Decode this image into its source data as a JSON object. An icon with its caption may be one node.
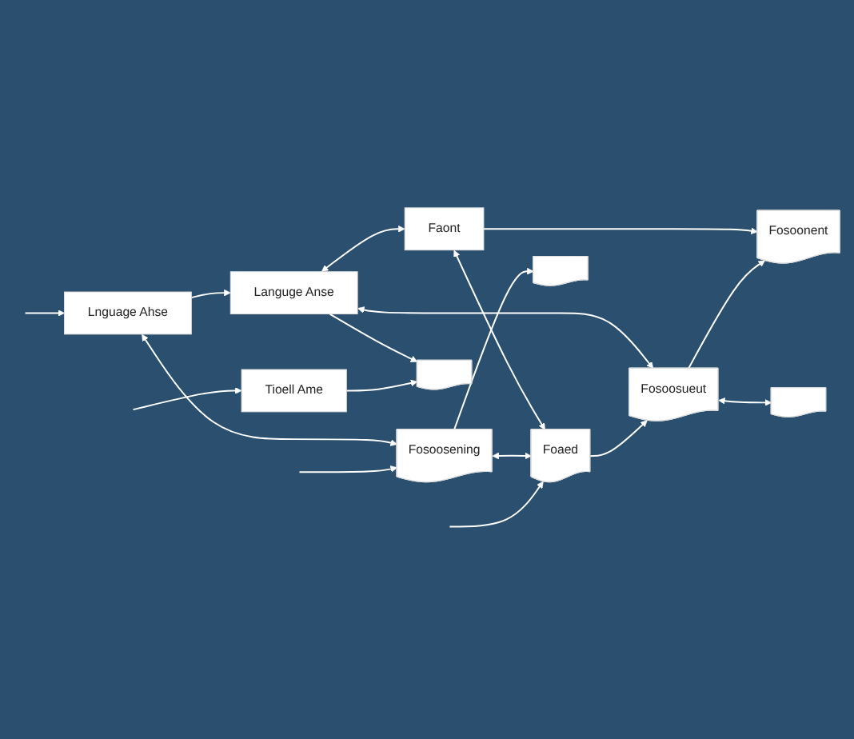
{
  "diagram": {
    "nodes": [
      {
        "text": [
          "Lnguage Ahse"
        ]
      },
      {
        "text": [
          "Languge Anse"
        ]
      },
      {
        "text": [
          "Faont"
        ]
      },
      {
        "text": [
          "Fosoonent"
        ]
      },
      {
        "text": [
          "Fosoosening"
        ]
      },
      {
        "text": [
          "Foaed"
        ]
      },
      {
        "text": [
          "Fosoosueut"
        ]
      },
      {
        "text": [
          "Tioell Ame"
        ]
      },
      {
        "text": [],
        "shape": "box"
      },
      {
        "text": [],
        "shape": "box"
      },
      {
        "text": [],
        "shape": "box"
      }
    ],
    "edges": [
      {
        "from": null,
        "to": 0,
        "arrow": "to"
      },
      {
        "from": 0,
        "to": 1,
        "arrow": "to"
      },
      {
        "from": 1,
        "to": 2,
        "arrow": "both"
      },
      {
        "from": 2,
        "to": 3,
        "arrow": "to"
      },
      {
        "from": 0,
        "to": 4,
        "arrow": "both"
      },
      {
        "from": 1,
        "to": 6,
        "arrow": "both"
      },
      {
        "from": 2,
        "to": 5,
        "arrow": "both"
      },
      {
        "from": 4,
        "to": 5,
        "arrow": "both"
      },
      {
        "from": 5,
        "to": 6,
        "arrow": "to"
      },
      {
        "from": 6,
        "to": 3,
        "arrow": "to"
      },
      {
        "from": null,
        "to": 7,
        "arrow": "to"
      },
      {
        "from": 1,
        "to": 10,
        "arrow": "to"
      },
      {
        "from": 4,
        "to": 8,
        "arrow": "to"
      },
      {
        "from": null,
        "to": 4,
        "arrow": "to"
      },
      {
        "from": null,
        "to": 5,
        "arrow": "to"
      },
      {
        "from": 6,
        "to": 9,
        "arrow": "both"
      },
      {
        "from": 7,
        "to": 10,
        "arrow": "to"
      }
    ]
  }
}
